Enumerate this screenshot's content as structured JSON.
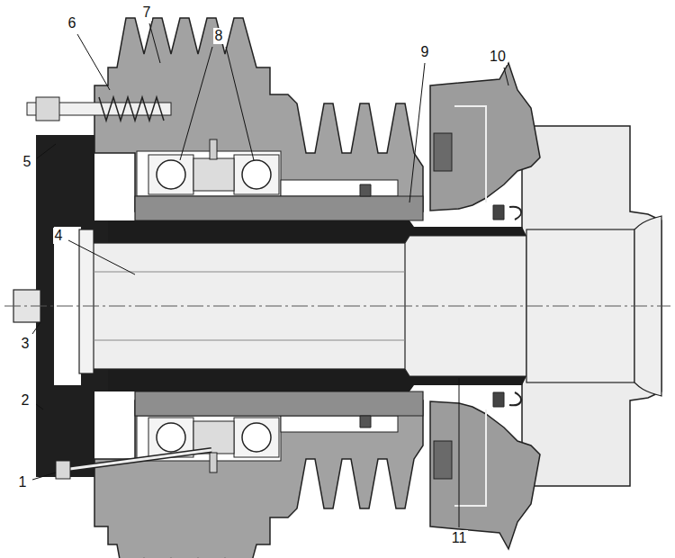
{
  "diagram": {
    "labels": [
      "6",
      "7",
      "8",
      "9",
      "10",
      "5",
      "4",
      "3",
      "2",
      "1",
      "11"
    ]
  }
}
